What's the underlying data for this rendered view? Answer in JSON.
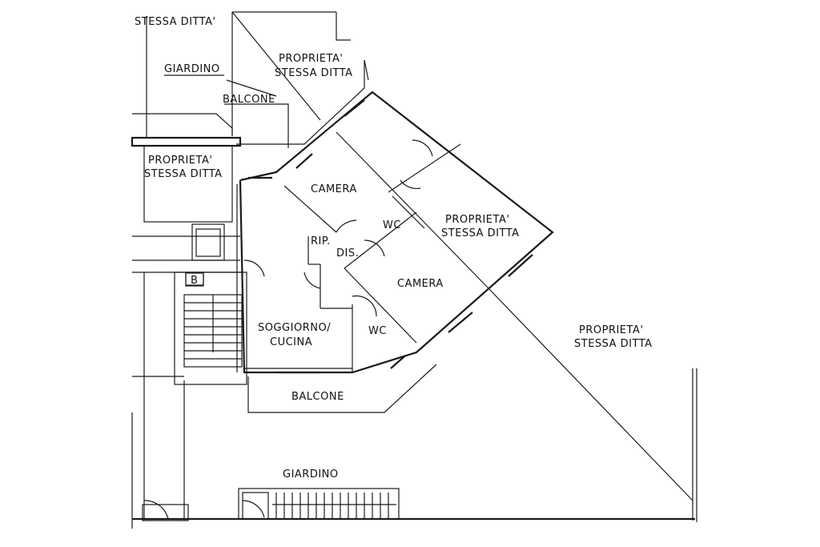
{
  "title": "Floor plan",
  "labels": {
    "stessa_ditta_top": "STESSA DITTA'",
    "giardino_top": "GIARDINO",
    "proprieta_top_1": "PROPRIETA'",
    "proprieta_top_2": "STESSA DITTA",
    "balcone_top": "BALCONE",
    "proprieta_left_1": "PROPRIETA'",
    "proprieta_left_2": "STESSA DITTA",
    "camera_1": "CAMERA",
    "wc_1": "WC",
    "rip": "RIP.",
    "dis": "DIS.",
    "proprieta_right_1": "PROPRIETA'",
    "proprieta_right_2": "STESSA DITTA",
    "camera_2": "CAMERA",
    "stair_b": "B",
    "soggiorno_1": "SOGGIORNO/",
    "soggiorno_2": "CUCINA",
    "wc_2": "WC",
    "proprieta_far_1": "PROPRIETA'",
    "proprieta_far_2": "STESSA DITTA",
    "balcone_bottom": "BALCONE",
    "giardino_bottom": "GIARDINO"
  }
}
